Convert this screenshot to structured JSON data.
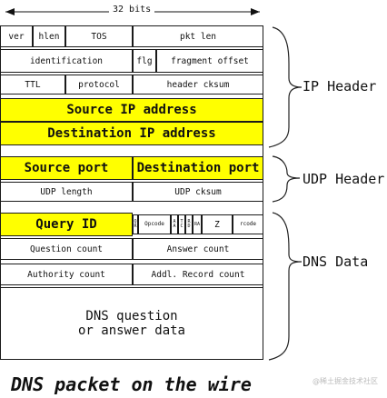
{
  "ruler": {
    "label": "32 bits"
  },
  "ip": {
    "row1": {
      "ver": "ver",
      "hlen": "hlen",
      "tos": "TOS",
      "pkt_len": "pkt len"
    },
    "row2": {
      "identification": "identification",
      "flg": "flg",
      "fragment_offset": "fragment offset"
    },
    "row3": {
      "ttl": "TTL",
      "protocol": "protocol",
      "header_cksum": "header cksum"
    },
    "source_ip": "Source IP address",
    "destination_ip": "Destination IP address"
  },
  "udp": {
    "source_port": "Source port",
    "destination_port": "Destination port",
    "length": "UDP length",
    "cksum": "UDP cksum"
  },
  "dns": {
    "query_id": "Query ID",
    "flags": {
      "qr": "QR",
      "opcode": "Opcode",
      "aa": "AA",
      "tc": "TC",
      "rd": "RD",
      "ra": "RA",
      "z": "Z",
      "rcode": "rcode"
    },
    "question_count": "Question count",
    "answer_count": "Answer count",
    "authority_count": "Authority count",
    "addl_record_count": "Addl. Record count",
    "question_line1": "DNS question",
    "question_line2": "or answer data"
  },
  "labels": {
    "ip_header": "IP Header",
    "udp_header": "UDP Header",
    "dns_data": "DNS Data"
  },
  "title": "DNS packet on the wire",
  "watermark": "@稀土掘金技术社区",
  "colors": {
    "yellow": "#ffff00",
    "border": "#1a1a1a"
  }
}
